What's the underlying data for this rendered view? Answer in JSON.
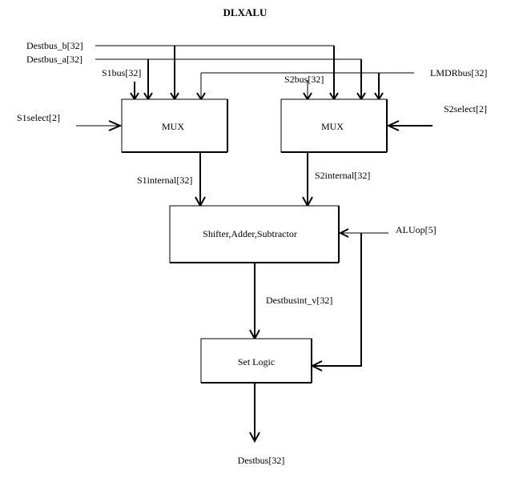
{
  "title": "DLXALU",
  "blocks": {
    "mux1": "MUX",
    "mux2": "MUX",
    "alu": "Shifter,Adder,Subtractor",
    "setlogic": "Set Logic"
  },
  "signals": {
    "destbus_b": "Destbus_b[32]",
    "destbus_a": "Destbus_a[32]",
    "s1bus": "S1bus[32]",
    "s2bus": "S2bus[32]",
    "lmdrbus": "LMDRbus[32]",
    "s1select": "S1select[2]",
    "s2select": "S2select[2]",
    "s1internal": "S1internal[32]",
    "s2internal": "S2internal[32]",
    "aluop": "ALUop[5]",
    "destbusint_v": "Destbusint_v[32]",
    "destbus": "Destbus[32]"
  }
}
